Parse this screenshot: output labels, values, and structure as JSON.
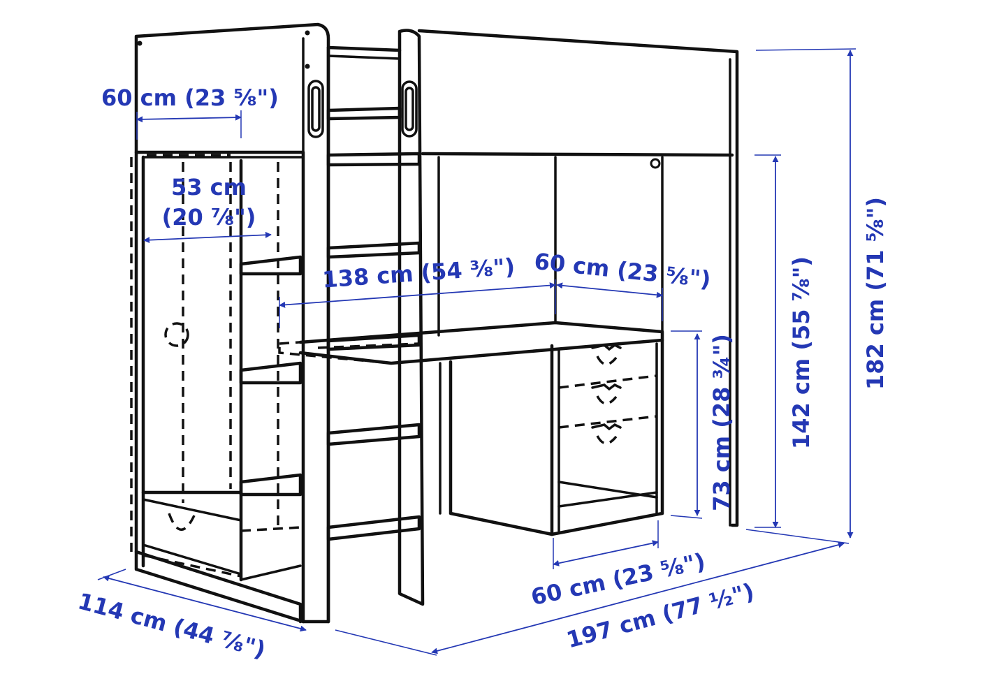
{
  "colors": {
    "dimension": "#2438b4",
    "line_art": "#111111",
    "background": "#ffffff"
  },
  "dimensions": {
    "wardrobe_top_width": "60 cm (23 ⅝\")",
    "wardrobe_inner_width_cm": "53 cm",
    "wardrobe_inner_width_in": "(20 ⅞\")",
    "desk_span": "138 cm (54 ⅜\")",
    "desk_top_depth": "60 cm (23 ⅝\")",
    "desk_height": "73 cm (28 ¾\")",
    "bed_underside_height": "142 cm (55 ⅞\")",
    "total_height": "182 cm (71 ⅝\")",
    "desk_bottom_width": "60 cm (23 ⅝\")",
    "total_length": "197 cm (77 ½\")",
    "total_depth": "114 cm (44 ⅞\")"
  }
}
